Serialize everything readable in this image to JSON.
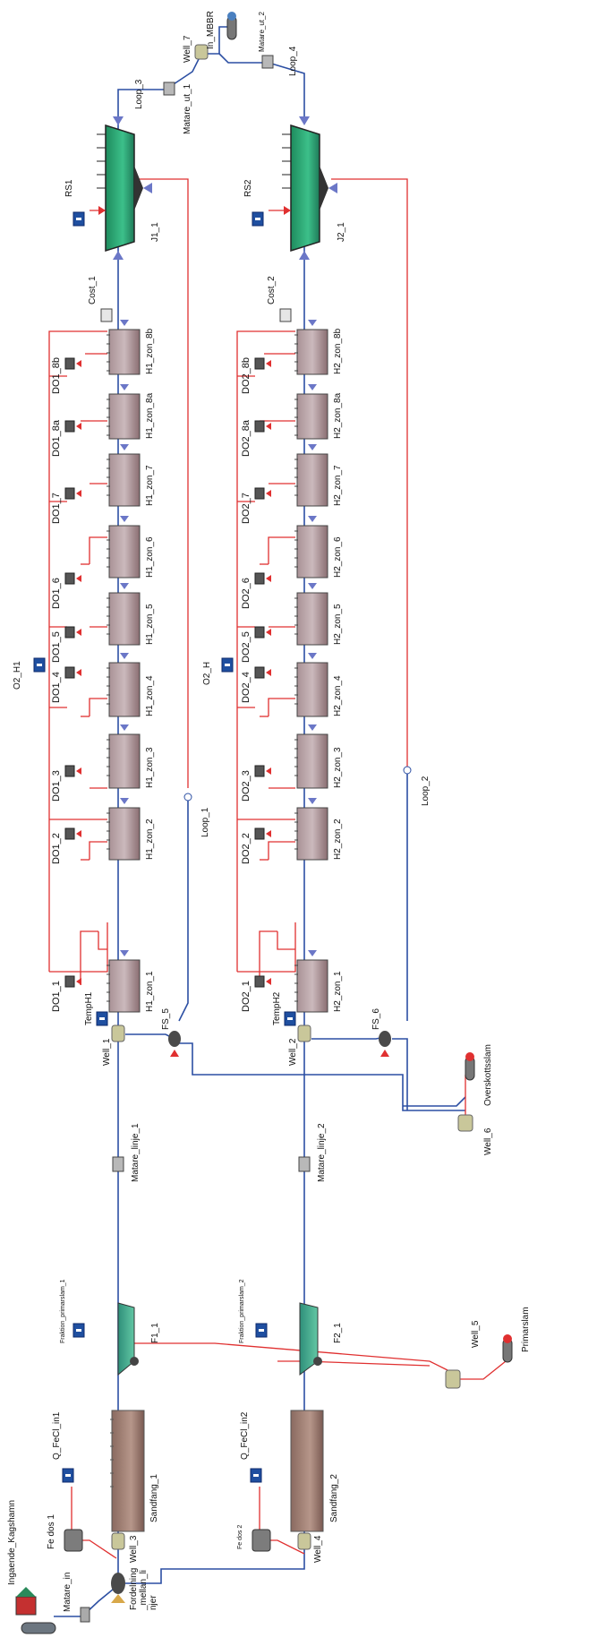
{
  "labels": {
    "ingaende": "Ingaende_Kagshamn",
    "matare_in": "Matare_in",
    "fordelning": "Fordelning",
    "fordelning_2": "_mellan_li",
    "fordelning_3": "njer",
    "fe_dos_1": "Fe dos 1",
    "fe_dos_2": "Fe dos 2",
    "q_fecl_in1": "Q_FeCl_in1",
    "q_fecl_in2": "Q_FeCl_in2",
    "well_3": "Well_3",
    "well_4": "Well_4",
    "sandfang_1": "Sandfang_1",
    "sandfang_2": "Sandfang_2",
    "fraktion_1": "Fraktion_primarslam_1",
    "fraktion_2": "Fraktion_primarslam_2",
    "f1_1": "F1_1",
    "f2_1": "F2_1",
    "well_5": "Well_5",
    "primarslam": "Primarslam",
    "matare_linje_1": "Matare_linje_1",
    "matare_linje_2": "Matare_linje_2",
    "well_1": "Well_1",
    "well_2": "Well_2",
    "fs_5": "FS_5",
    "fs_6": "FS_6",
    "well_6": "Well_6",
    "overskottsslam": "Overskottsslam",
    "temp_h1": "TempH1",
    "temp_h2": "TempH2",
    "o2_h1": "O2_H1",
    "o2_h": "O2_H",
    "loop_1": "Loop_1",
    "loop_2": "Loop_2",
    "loop_3": "Loop_3",
    "loop_4": "Loop_4",
    "cost_1": "Cost_1",
    "cost_2": "Cost_2",
    "rs1": "RS1",
    "rs2": "RS2",
    "j1_1": "J1_1",
    "j2_1": "J2_1",
    "matare_ut_1": "Matare_ut_1",
    "matare_ut_2": "Matare_ut_2",
    "well_7": "Well_7",
    "in_mbbr": "In_MBBR"
  },
  "line1": {
    "zones": [
      "H1_zon_1",
      "H1_zon_2",
      "H1_zon_3",
      "H1_zon_4",
      "H1_zon_5",
      "H1_zon_6",
      "H1_zon_7",
      "H1_zon_8a",
      "H1_zon_8b"
    ],
    "do": [
      "DO1_1",
      "DO1_2",
      "DO1_3",
      "DO1_4",
      "DO1_5",
      "DO1_6",
      "DO1_7",
      "DO1_8a",
      "DO1_8b"
    ]
  },
  "line2": {
    "zones": [
      "H2_zon_1",
      "H2_zon_2",
      "H2_zon_3",
      "H2_zon_4",
      "H2_zon_5",
      "H2_zon_6",
      "H2_zon_7",
      "H2_zon_8a",
      "H2_zon_8b"
    ],
    "do": [
      "DO2_1",
      "DO2_2",
      "DO2_3",
      "DO2_4",
      "DO2_5",
      "DO2_6",
      "DO2_7",
      "DO2_8a",
      "DO2_8b"
    ]
  },
  "colors": {
    "process_flow": "#2c4fa3",
    "air_flow": "#e03030",
    "tank": "#8c6f73",
    "clarifier": "#2aa57a",
    "controller": "#1f4fa0"
  }
}
